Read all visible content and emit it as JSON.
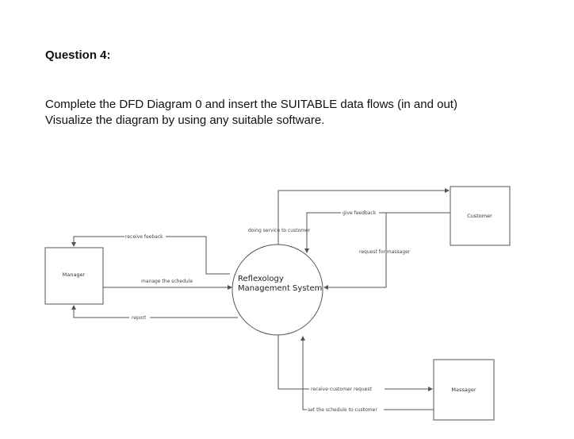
{
  "question": {
    "heading": "Question 4:",
    "line1": "Complete the DFD Diagram 0 and insert the SUITABLE data flows (in and out)",
    "line2": "Visualize the diagram by using any suitable software."
  },
  "diagram": {
    "entities": {
      "manager": "Manager",
      "customer": "Customer",
      "massager": "Massager"
    },
    "process": {
      "line1": "Reflexology",
      "line2": "Management System"
    },
    "flows": {
      "receive_feedback": "receive feeback",
      "manage_schedule": "manage the schedule",
      "report": "report",
      "doing_service": "doing service to customer",
      "give_feedback": "give feedback",
      "request_massager": "request for massager",
      "receive_customer_request": "receive customer request",
      "set_schedule": "set the schedule to customer"
    }
  }
}
